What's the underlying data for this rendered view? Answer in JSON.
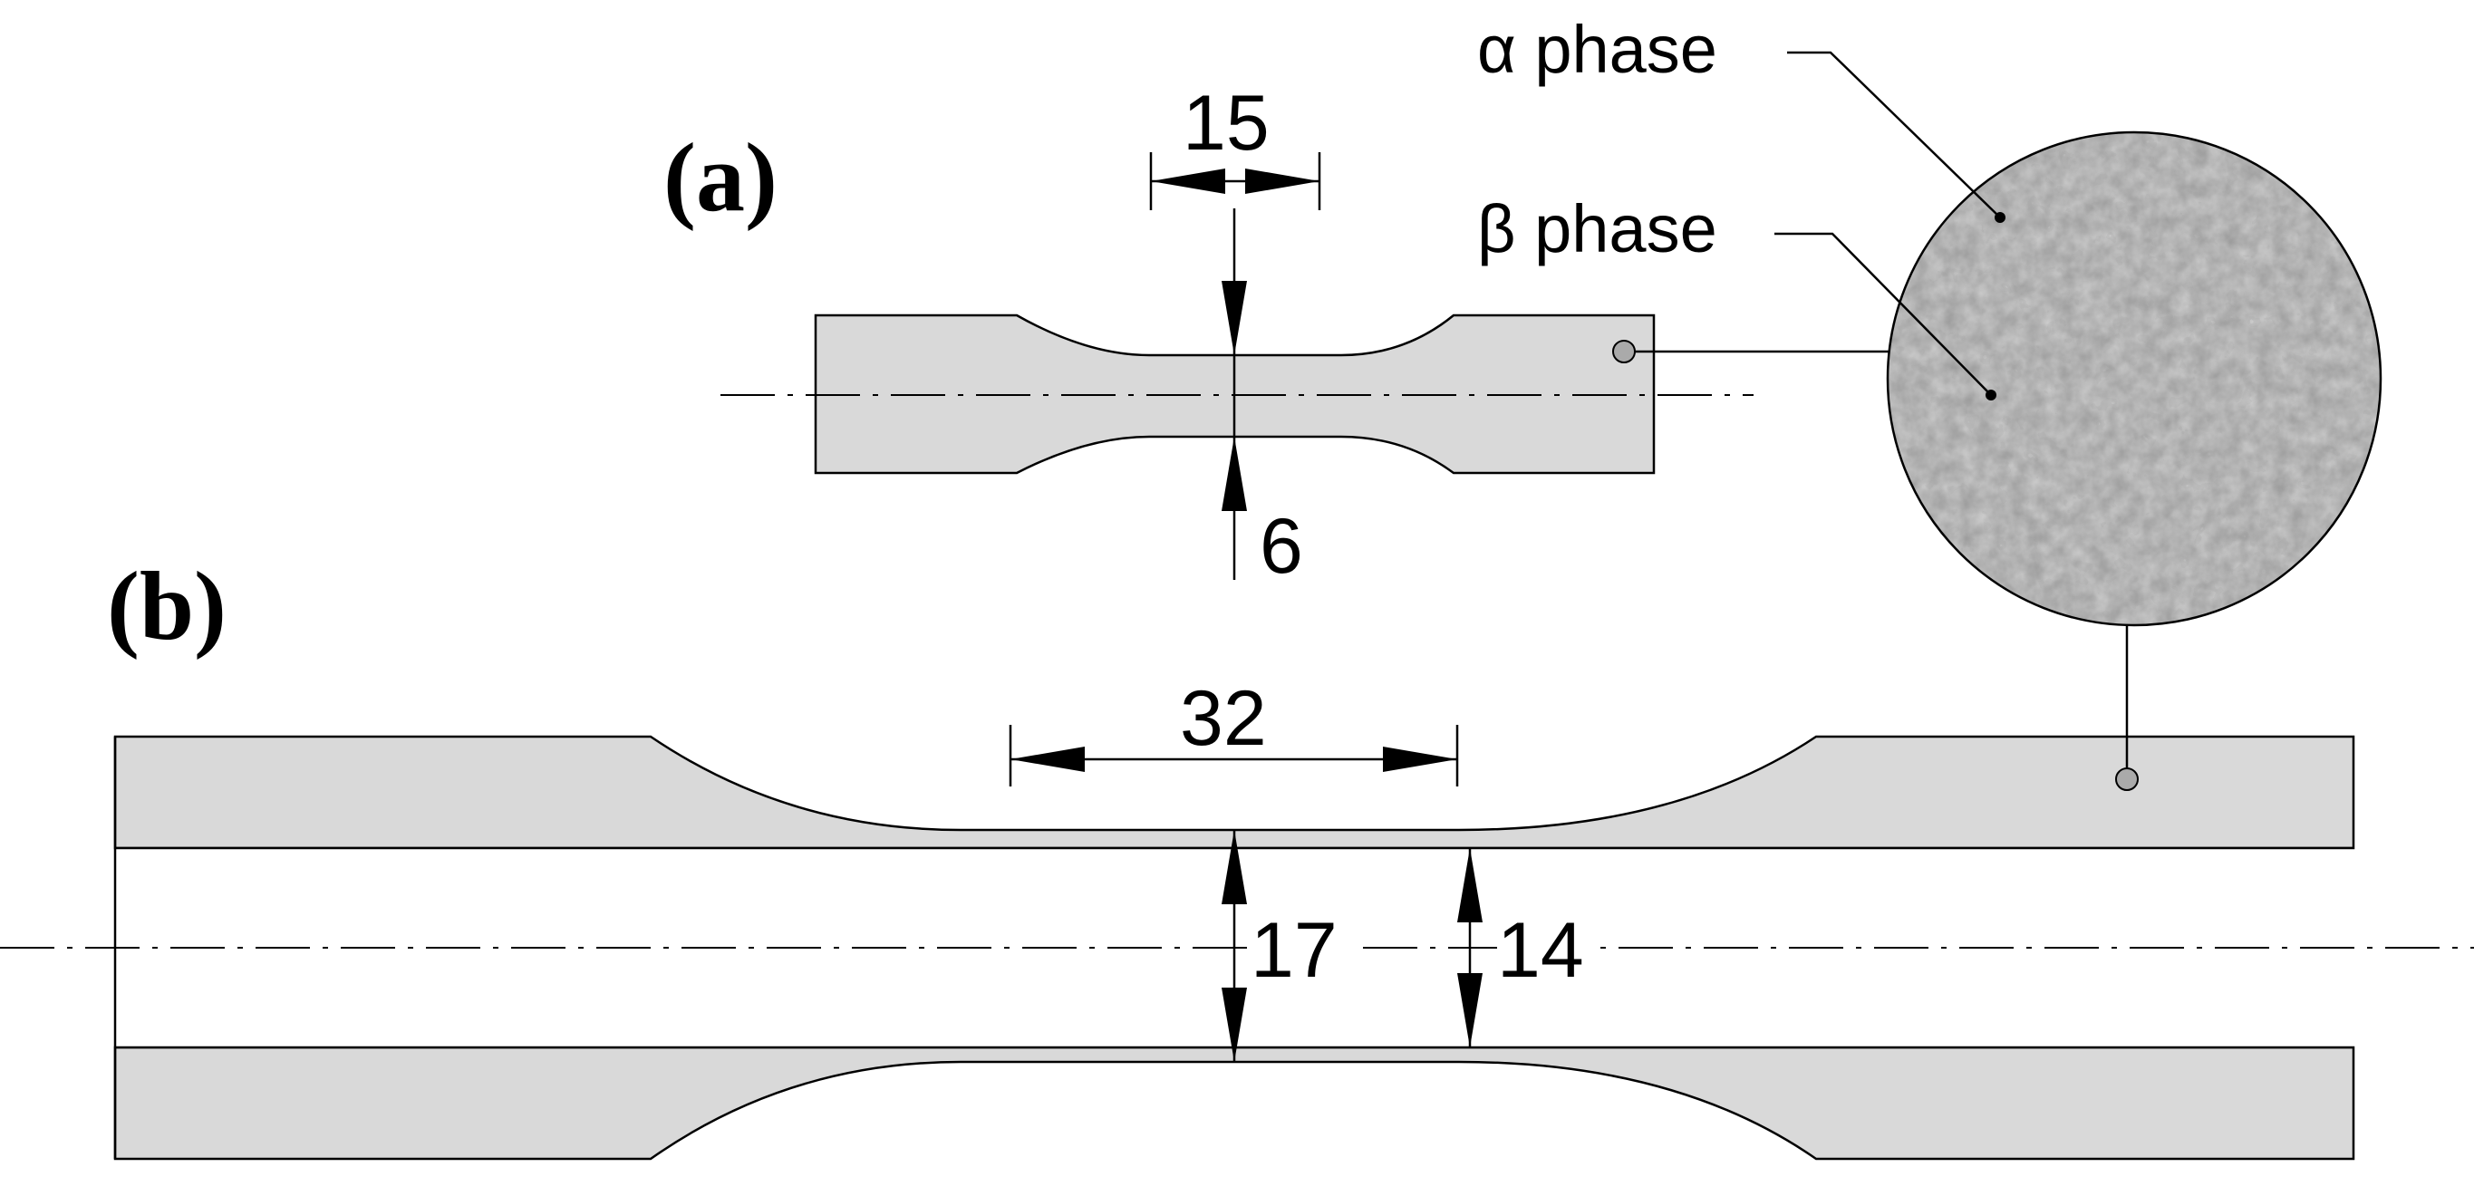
{
  "labels": {
    "part_a": "(a)",
    "part_b": "(b)"
  },
  "dimensions": {
    "a_gauge_length": "15",
    "a_gauge_width": "6",
    "b_gauge_length": "32",
    "b_outer_diameter": "17",
    "b_inner_diameter": "14"
  },
  "micrograph": {
    "alpha_label": "α phase",
    "beta_label": "β phase"
  },
  "colors": {
    "specimen_fill": "#d9d9d9",
    "micrograph_fill": "#9a9a9a",
    "stroke": "#000000"
  }
}
